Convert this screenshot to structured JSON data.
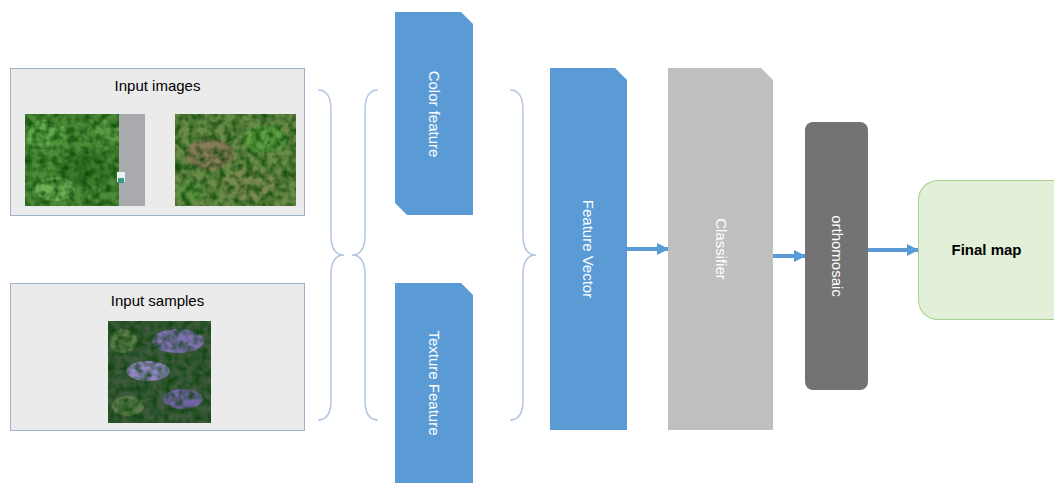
{
  "diagram": {
    "nodes": [
      {
        "text": [
          "Input images"
        ]
      },
      {
        "text": [
          "Input samples"
        ]
      },
      {
        "text": [
          "Color feature"
        ]
      },
      {
        "text": [
          "Texture Feature"
        ]
      },
      {
        "text": [
          "Feature Vector"
        ]
      },
      {
        "text": [
          "Classifier"
        ]
      },
      {
        "text": [
          "orthomosaic"
        ]
      },
      {
        "text": [
          "Final map"
        ]
      }
    ],
    "edges": [
      {
        "from": 4,
        "to": 5,
        "arrow": "to"
      },
      {
        "from": 5,
        "to": 6,
        "arrow": "to"
      },
      {
        "from": 6,
        "to": 7,
        "arrow": "to"
      }
    ]
  }
}
